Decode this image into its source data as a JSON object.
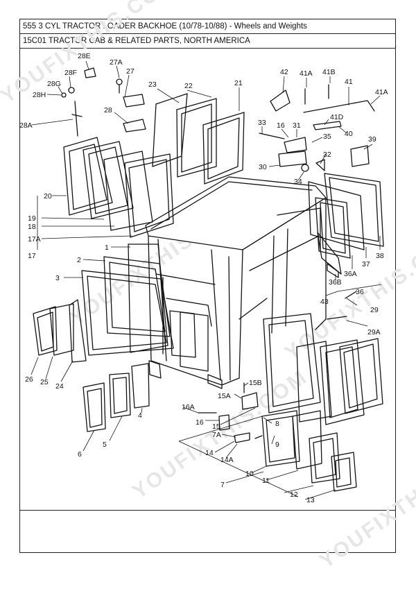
{
  "header": {
    "model_line": "555 3 CYL TRACTOR LOADER BACKHOE (10/78-10/88) - Wheels and Weights",
    "section_line": "15C01 TRACTOR CAB & RELATED PARTS, NORTH AMERICA"
  },
  "watermark": "YOUFIXTHIS.COM",
  "callouts": [
    "28E",
    "27A",
    "27",
    "28F",
    "28G",
    "28H",
    "28A",
    "28",
    "23",
    "22",
    "21",
    "42",
    "41A",
    "41B",
    "41",
    "41A",
    "33",
    "16",
    "31",
    "41D",
    "40",
    "35",
    "39",
    "32",
    "30",
    "34",
    "20",
    "19",
    "18",
    "17A",
    "17",
    "1",
    "2",
    "3",
    "38",
    "37",
    "36A",
    "36B",
    "36",
    "43",
    "29",
    "29A",
    "26",
    "25",
    "24",
    "15B",
    "15A",
    "16A",
    "16",
    "15",
    "4",
    "5",
    "6",
    "8",
    "7A",
    "9",
    "14",
    "14A",
    "10",
    "7",
    "11",
    "12",
    "13"
  ]
}
